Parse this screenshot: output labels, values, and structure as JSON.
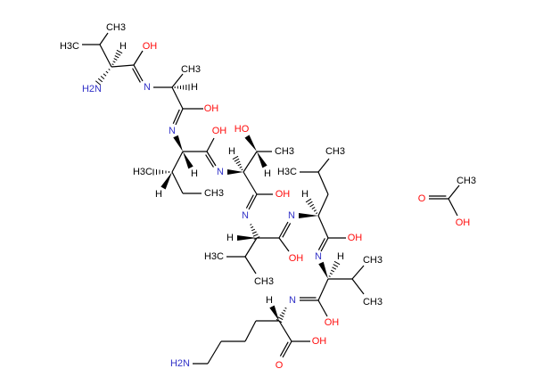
{
  "diagram": {
    "type": "chemical-structure",
    "colors": {
      "bond": "#000000",
      "C": "#000000",
      "H": "#000000",
      "N": "#3232c8",
      "O": "#ff0d0d"
    },
    "atom_labels": [
      {
        "text": "CH3",
        "element": "C"
      },
      {
        "text": "H3C",
        "element": "C"
      },
      {
        "text": "H",
        "element": "H"
      },
      {
        "text": "H2N",
        "element": "N"
      },
      {
        "text": "OH",
        "element": "O"
      },
      {
        "text": "N",
        "element": "N"
      },
      {
        "text": "CH3",
        "element": "C"
      },
      {
        "text": "H",
        "element": "H"
      },
      {
        "text": "OH",
        "element": "O"
      },
      {
        "text": "N",
        "element": "N"
      },
      {
        "text": "OH",
        "element": "O"
      },
      {
        "text": "N",
        "element": "N"
      },
      {
        "text": "H",
        "element": "H"
      },
      {
        "text": "H3C",
        "element": "C"
      },
      {
        "text": "H",
        "element": "H"
      },
      {
        "text": "CH3",
        "element": "C"
      },
      {
        "text": "H",
        "element": "H"
      },
      {
        "text": "HO",
        "element": "O"
      },
      {
        "text": "CH3",
        "element": "C"
      },
      {
        "text": "H",
        "element": "H"
      },
      {
        "text": "OH",
        "element": "O"
      },
      {
        "text": "N",
        "element": "N"
      },
      {
        "text": "H",
        "element": "H"
      },
      {
        "text": "OH",
        "element": "O"
      },
      {
        "text": "N",
        "element": "N"
      },
      {
        "text": "H3C",
        "element": "C"
      },
      {
        "text": "CH3",
        "element": "C"
      },
      {
        "text": "H",
        "element": "H"
      },
      {
        "text": "H3C",
        "element": "C"
      },
      {
        "text": "CH3",
        "element": "C"
      },
      {
        "text": "OH",
        "element": "O"
      },
      {
        "text": "N",
        "element": "N"
      },
      {
        "text": "H",
        "element": "H"
      },
      {
        "text": "CH3",
        "element": "C"
      },
      {
        "text": "CH3",
        "element": "C"
      },
      {
        "text": "OH",
        "element": "O"
      },
      {
        "text": "N",
        "element": "N"
      },
      {
        "text": "H",
        "element": "H"
      },
      {
        "text": "H2N",
        "element": "N"
      },
      {
        "text": "OH",
        "element": "O"
      },
      {
        "text": "O",
        "element": "O"
      },
      {
        "text": "CH3",
        "element": "C"
      },
      {
        "text": "O",
        "element": "O"
      },
      {
        "text": "OH",
        "element": "O"
      }
    ]
  }
}
